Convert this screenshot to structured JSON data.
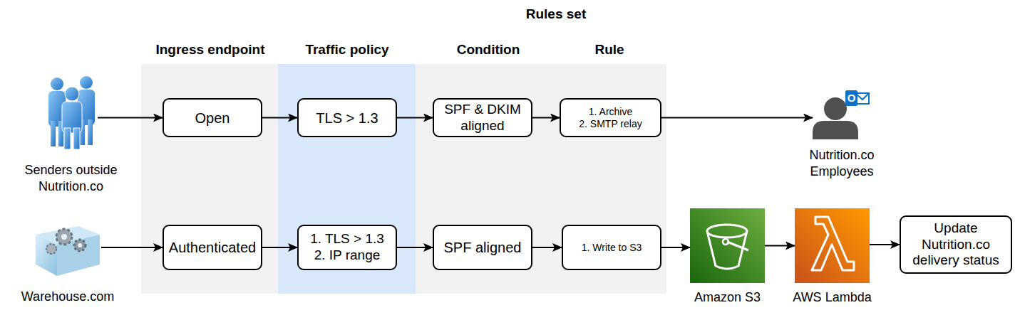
{
  "diagram": {
    "nodes": [
      {
        "text": [
          "Senders outside Nutrition.co"
        ]
      },
      {
        "text": [
          "Open"
        ]
      },
      {
        "text": [
          "TLS > 1.3"
        ]
      },
      {
        "text": [
          "SPF & DKIM aligned"
        ]
      },
      {
        "text": [
          "1. Archive",
          "2. SMTP relay"
        ]
      },
      {
        "text": [
          "Nutrition.co Employees"
        ]
      },
      {
        "text": [
          "Warehouse.com"
        ]
      },
      {
        "text": [
          "Authenticated"
        ]
      },
      {
        "text": [
          "1. TLS > 1.3",
          "2. IP range"
        ]
      },
      {
        "text": [
          "SPF aligned"
        ]
      },
      {
        "text": [
          "1. Write to S3"
        ]
      },
      {
        "text": [
          "Amazon S3"
        ]
      },
      {
        "text": [
          "AWS Lambda"
        ]
      },
      {
        "text": [
          "Update Nutrition.co delivery status"
        ]
      }
    ],
    "edges": [
      {
        "from": 0,
        "to": 1,
        "arrow": "to"
      },
      {
        "from": 1,
        "to": 2,
        "arrow": "to"
      },
      {
        "from": 2,
        "to": 3,
        "arrow": "to"
      },
      {
        "from": 3,
        "to": 4,
        "arrow": "to"
      },
      {
        "from": 4,
        "to": 5,
        "arrow": "to"
      },
      {
        "from": 6,
        "to": 7,
        "arrow": "to"
      },
      {
        "from": 7,
        "to": 8,
        "arrow": "to"
      },
      {
        "from": 8,
        "to": 9,
        "arrow": "to"
      },
      {
        "from": 9,
        "to": 10,
        "arrow": "to"
      },
      {
        "from": 10,
        "to": 11,
        "arrow": "to"
      },
      {
        "from": 11,
        "to": 12,
        "arrow": "to"
      },
      {
        "from": 12,
        "to": 13,
        "arrow": "to"
      }
    ],
    "labels": [
      "Rules set",
      "Ingress endpoint",
      "Traffic policy",
      "Condition",
      "Rule",
      "O"
    ]
  }
}
